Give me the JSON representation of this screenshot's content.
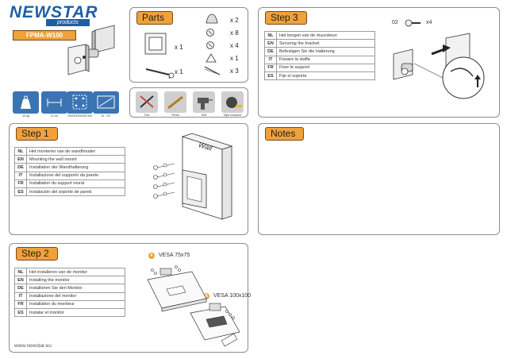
{
  "brand": {
    "name": "NEWSTAR",
    "sub": "products"
  },
  "model": "FPMA-W100",
  "specs": [
    {
      "icon": "weight-icon",
      "caption": "10 kg"
    },
    {
      "icon": "distance-icon",
      "caption": "11 cm"
    },
    {
      "icon": "vesa-icon",
      "caption": "75x75/100x100 mm"
    },
    {
      "icon": "screen-size-icon",
      "caption": "10 - 24\""
    }
  ],
  "parts": {
    "title": "Parts",
    "quantities": [
      "x 1",
      "x 1",
      "x 2",
      "x 8",
      "x 4",
      "x 1",
      "x 3"
    ]
  },
  "tools": [
    {
      "icon": "screwdriver-icon",
      "caption": "Tool"
    },
    {
      "icon": "pencil-icon",
      "caption": "Pencil"
    },
    {
      "icon": "drill-icon",
      "caption": "Drill"
    },
    {
      "icon": "tape-measure-icon",
      "caption": "Tape measure"
    }
  ],
  "step3": {
    "title": "Step 3",
    "rows": [
      {
        "code": "NL",
        "text": "Het borgen van de muursteun"
      },
      {
        "code": "EN",
        "text": "Securing the bracket"
      },
      {
        "code": "DE",
        "text": "Befestigen Sie die Halterung"
      },
      {
        "code": "IT",
        "text": "Fissare la staffa"
      },
      {
        "code": "FR",
        "text": "Fixer le support"
      },
      {
        "code": "ES",
        "text": "Fije el soporte"
      }
    ],
    "part_ref": "02",
    "qty": "x4"
  },
  "step1": {
    "title": "Step 1",
    "rows": [
      {
        "code": "NL",
        "text": "Het monteren van de wandhouder"
      },
      {
        "code": "EN",
        "text": "Mounting the wall mount"
      },
      {
        "code": "DE",
        "text": "Installation der Wandhalterung"
      },
      {
        "code": "IT",
        "text": "Installazione del supporto da parete"
      },
      {
        "code": "FR",
        "text": "Installation du support mural"
      },
      {
        "code": "ES",
        "text": "Instalación del soporte de pared"
      }
    ],
    "wall_label": "Wall"
  },
  "notes": {
    "title": "Notes"
  },
  "step2": {
    "title": "Step 2",
    "rows": [
      {
        "code": "NL",
        "text": "Het installeren van de monitor"
      },
      {
        "code": "EN",
        "text": "Installing the monitor"
      },
      {
        "code": "DE",
        "text": "Installieren Sie den Monitor"
      },
      {
        "code": "IT",
        "text": "Installazione del monitor"
      },
      {
        "code": "FR",
        "text": "Installation du moniteur"
      },
      {
        "code": "ES",
        "text": "Instalar el monitor"
      }
    ],
    "option_a": {
      "badge": "A",
      "label": "VESA 75x75"
    },
    "option_b": {
      "badge": "B",
      "label": "VESA 100x100"
    }
  },
  "footer": {
    "url": "www.newstar.eu"
  }
}
